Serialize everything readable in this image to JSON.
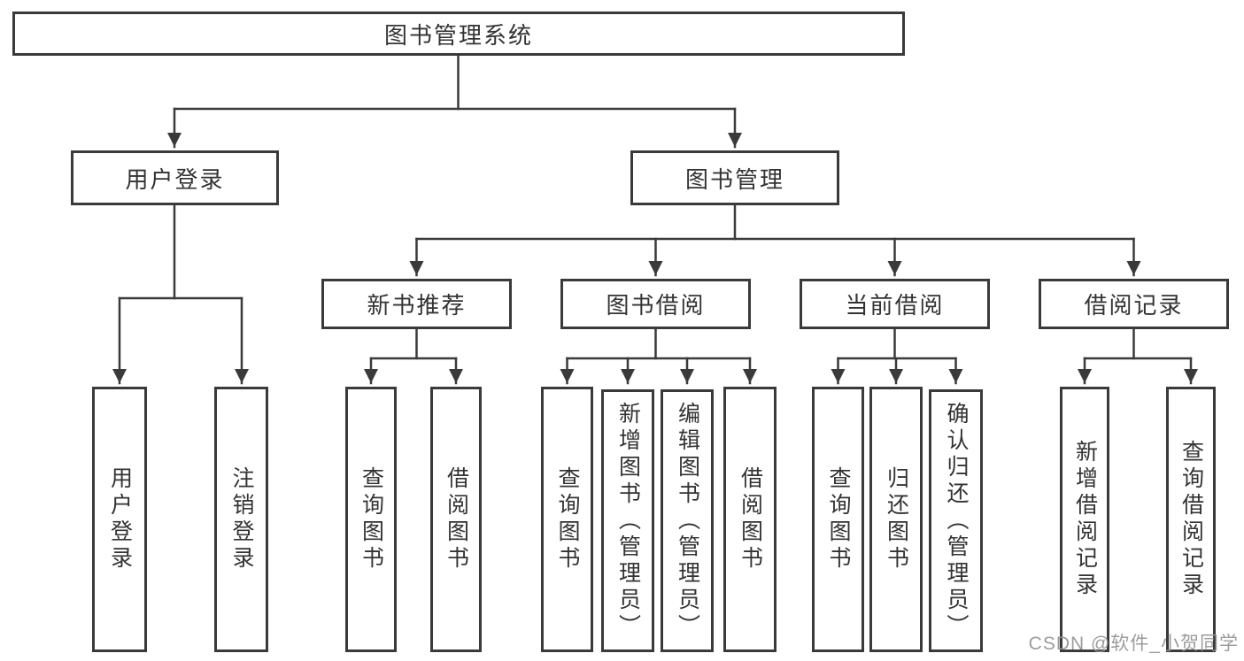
{
  "watermark": "CSDN @软件_小贺同学",
  "colors": {
    "line": "#3a3a3a",
    "box_border": "#3a3a3a",
    "text": "#333333",
    "watermark": "#949494",
    "background": "#ffffff"
  },
  "tree": {
    "root": "图书管理系统",
    "level2": [
      {
        "label": "用户登录",
        "children": [
          "用户登录",
          "注销登录"
        ]
      },
      {
        "label": "图书管理"
      }
    ],
    "level3": [
      {
        "label": "新书推荐",
        "children": [
          "查询图书",
          "借阅图书"
        ]
      },
      {
        "label": "图书借阅",
        "children": [
          "查询图书",
          "新增图书（管理员）",
          "编辑图书（管理员）",
          "借阅图书"
        ]
      },
      {
        "label": "当前借阅",
        "children": [
          "查询图书",
          "归还图书",
          "确认归还（管理员）"
        ]
      },
      {
        "label": "借阅记录",
        "children": [
          "新增借阅记录",
          "查询借阅记录"
        ]
      }
    ]
  }
}
